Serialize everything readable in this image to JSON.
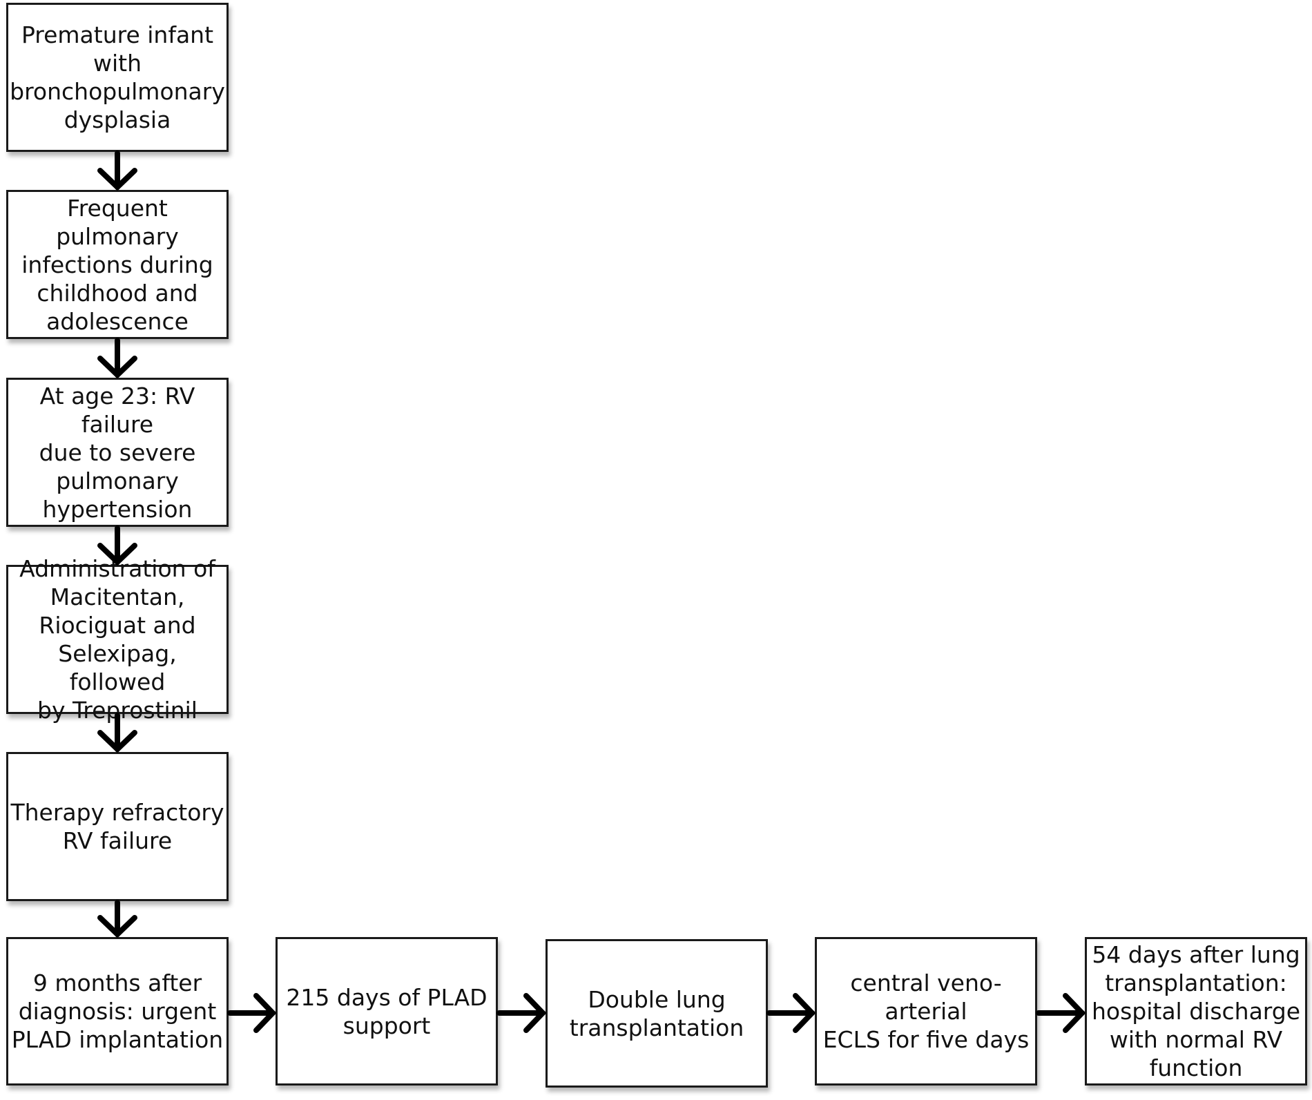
{
  "flowchart": {
    "steps": [
      {
        "text": "Premature  infant\nwith\nbronchopulmonary\ndysplasia"
      },
      {
        "text": "Frequent pulmonary\ninfections during\nchildhood and\nadolescence"
      },
      {
        "text": "At age 23: RV failure\ndue to severe\npulmonary\nhypertension"
      },
      {
        "text": "Administration of\nMacitentan,\nRiociguat and\nSelexipag, followed\nby Treprostinil"
      },
      {
        "text": "Therapy refractory\nRV failure"
      },
      {
        "text": "9 months after\ndiagnosis:  urgent\nPLAD implantation"
      },
      {
        "text": "215 days of PLAD\nsupport"
      },
      {
        "text": "Double lung\ntransplantation"
      },
      {
        "text": "central veno-arterial\nECLS for five days"
      },
      {
        "text": "54 days after lung\ntransplantation:\nhospital discharge\nwith normal RV\nfunction"
      }
    ],
    "colors": {
      "border": "#1a1a1a",
      "arrow": "#000000",
      "background": "#ffffff"
    }
  }
}
